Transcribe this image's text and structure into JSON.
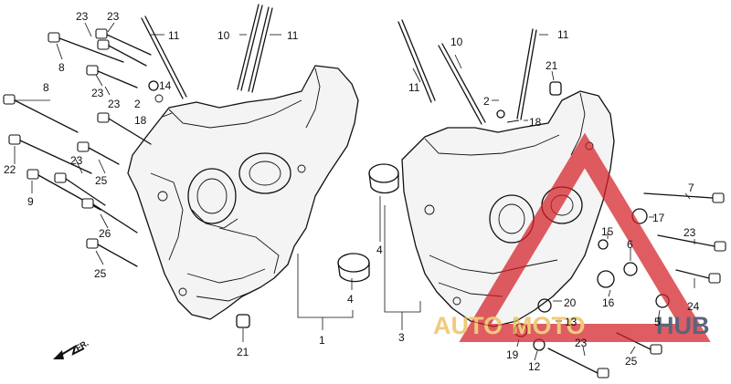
{
  "labels": [
    {
      "id": "l23a",
      "text": "23"
    },
    {
      "id": "l23b",
      "text": "23"
    },
    {
      "id": "l11a",
      "text": "11"
    },
    {
      "id": "l10a",
      "text": "10"
    },
    {
      "id": "l11b",
      "text": "11"
    },
    {
      "id": "l8a",
      "text": "8"
    },
    {
      "id": "l23c",
      "text": "23"
    },
    {
      "id": "l14",
      "text": "14"
    },
    {
      "id": "l2a",
      "text": "2"
    },
    {
      "id": "l8b",
      "text": "8"
    },
    {
      "id": "l23d",
      "text": "23"
    },
    {
      "id": "l18a",
      "text": "18"
    },
    {
      "id": "l22",
      "text": "22"
    },
    {
      "id": "l25a",
      "text": "25"
    },
    {
      "id": "l23e",
      "text": "23"
    },
    {
      "id": "l9",
      "text": "9"
    },
    {
      "id": "l26",
      "text": "26"
    },
    {
      "id": "l25b",
      "text": "25"
    },
    {
      "id": "l4a",
      "text": "4"
    },
    {
      "id": "l4b",
      "text": "4"
    },
    {
      "id": "l1",
      "text": "1"
    },
    {
      "id": "l21a",
      "text": "21"
    },
    {
      "id": "l11c",
      "text": "11"
    },
    {
      "id": "l10b",
      "text": "10"
    },
    {
      "id": "l11d",
      "text": "11"
    },
    {
      "id": "l21b",
      "text": "21"
    },
    {
      "id": "l2b",
      "text": "2"
    },
    {
      "id": "l18b",
      "text": "18"
    },
    {
      "id": "l7",
      "text": "7"
    },
    {
      "id": "l17",
      "text": "17"
    },
    {
      "id": "l15",
      "text": "15"
    },
    {
      "id": "l6",
      "text": "6"
    },
    {
      "id": "l23f",
      "text": "23"
    },
    {
      "id": "l24",
      "text": "24"
    },
    {
      "id": "l20",
      "text": "20"
    },
    {
      "id": "l16",
      "text": "16"
    },
    {
      "id": "l3",
      "text": "3"
    },
    {
      "id": "l13",
      "text": "13"
    },
    {
      "id": "l5",
      "text": "5"
    },
    {
      "id": "l19",
      "text": "19"
    },
    {
      "id": "l12",
      "text": "12"
    },
    {
      "id": "l23g",
      "text": "23"
    },
    {
      "id": "l25c",
      "text": "25"
    }
  ],
  "fr_marker": "FR.",
  "watermark": {
    "part1": "AUTO",
    "part2": "MOTO",
    "part3": "HUB",
    "color_gold": "#e8b84a",
    "color_red": "#d41f26",
    "color_dark": "#1a2a4a"
  },
  "colors": {
    "ink": "#111111",
    "background": "#ffffff"
  }
}
